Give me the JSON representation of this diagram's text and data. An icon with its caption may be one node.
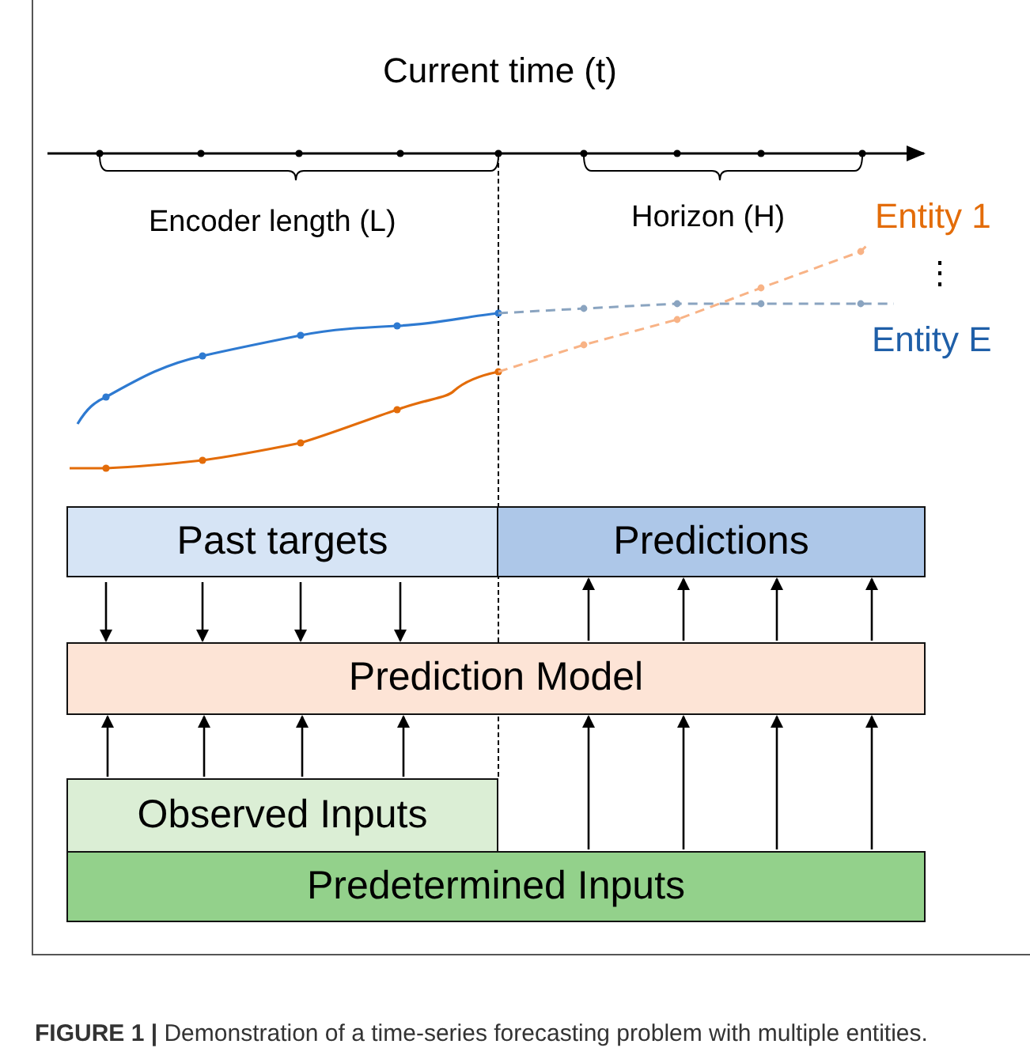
{
  "diagram": {
    "caption": "**FIGURE 1 |** Demonstration of a time-series forecasting problem with multiple entities.",
    "nodes": [
      {
        "text": [
          "Past targets"
        ]
      },
      {
        "text": [
          "Predictions"
        ]
      },
      {
        "text": [
          "Prediction Model"
        ]
      },
      {
        "text": [
          "Observed Inputs"
        ]
      },
      {
        "text": [
          "Predetermined Inputs"
        ]
      }
    ],
    "edges": [
      {
        "from": 0,
        "to": 2,
        "arrow": "to"
      },
      {
        "from": 0,
        "to": 2,
        "arrow": "to"
      },
      {
        "from": 0,
        "to": 2,
        "arrow": "to"
      },
      {
        "from": 0,
        "to": 2,
        "arrow": "to"
      },
      {
        "from": 2,
        "to": 1,
        "arrow": "to"
      },
      {
        "from": 2,
        "to": 1,
        "arrow": "to"
      },
      {
        "from": 2,
        "to": 1,
        "arrow": "to"
      },
      {
        "from": 2,
        "to": 1,
        "arrow": "to"
      },
      {
        "from": 3,
        "to": 2,
        "arrow": "to"
      },
      {
        "from": 3,
        "to": 2,
        "arrow": "to"
      },
      {
        "from": 3,
        "to": 2,
        "arrow": "to"
      },
      {
        "from": 3,
        "to": 2,
        "arrow": "to"
      },
      {
        "from": 4,
        "to": 2,
        "arrow": "to"
      },
      {
        "from": 4,
        "to": 2,
        "arrow": "to"
      },
      {
        "from": 4,
        "to": 2,
        "arrow": "to"
      },
      {
        "from": 4,
        "to": 2,
        "arrow": "to"
      }
    ],
    "labels": [
      "Current time (t)",
      "Encoder length (L)",
      "Horizon (H)",
      "Entity 1",
      "⋮",
      "Entity E"
    ]
  }
}
